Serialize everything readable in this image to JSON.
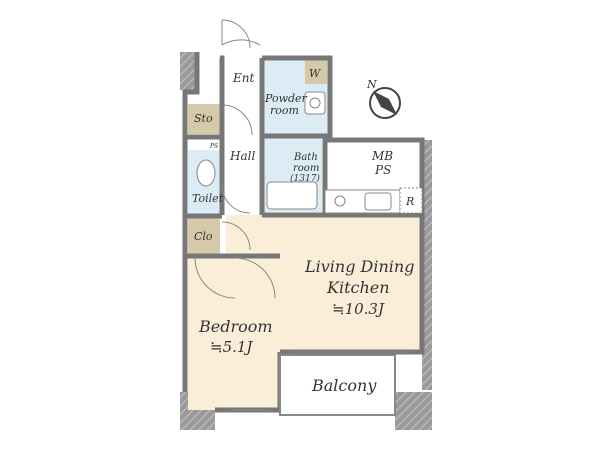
{
  "rooms": {
    "entrance": "Ent",
    "powder_room": [
      "Powder",
      "room"
    ],
    "washer": "W",
    "storage": "Sto",
    "hall": "Hall",
    "ps_small": "PS",
    "toilet": "Toilet",
    "closet": "Clo",
    "bath": [
      "Bath",
      "room",
      "(1317)"
    ],
    "mb_ps": [
      "MB",
      "PS"
    ],
    "refrigerator": "R",
    "ldk": [
      "Living Dining",
      "Kitchen",
      "≒10.3J"
    ],
    "bedroom": [
      "Bedroom",
      "≒5.1J"
    ],
    "balcony": "Balcony"
  },
  "compass": {
    "label": "N"
  },
  "colors": {
    "wall": "#8c8c8c",
    "wall_hatch": "#b8b8b8",
    "floor_wood": "#fbeed8",
    "floor_tile": "#dcecf5",
    "floor_storage": "#d6c9a9",
    "line": "#666666"
  }
}
